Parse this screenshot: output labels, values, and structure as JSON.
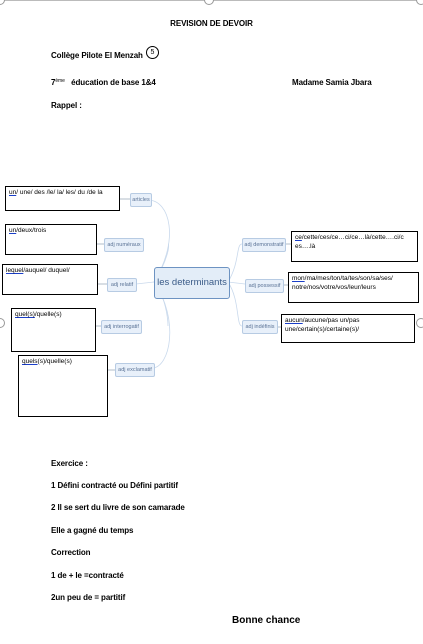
{
  "header": {
    "title": "REVISION DE DEVOIR",
    "school": "Collège Pilote El Menzah",
    "school_badge": "5",
    "grade_number": "7",
    "grade_sup": "ème",
    "grade_text": "éducation de base 1&4",
    "teacher": "Madame Samia Jbara",
    "rappel": "Rappel :"
  },
  "mindmap": {
    "center": "les determinants",
    "left_nodes": [
      "articles",
      "adj numéraux",
      "adj relatif",
      "adj interrogatif",
      "adj exclamatif"
    ],
    "right_nodes": [
      "adj demonstratif",
      "adj possessif",
      "adj indéfinis"
    ],
    "boxes": {
      "articles": {
        "first": "un",
        "rest": "/ une/ des /le/ la/ les/ du /de la"
      },
      "numeraux": {
        "first": "un",
        "rest": "/deux/trois"
      },
      "relatif": {
        "first": "lequel",
        "rest": "/auquel/ duquel/"
      },
      "interrogatif": {
        "first": "quel(s)",
        "rest": "/quelle(s)"
      },
      "exclamatif": {
        "first": "quels",
        "rest": "(s)/quelle(s)"
      },
      "demonstratif": {
        "first": "ce",
        "rest": "/cette/ces/ce…ci/ce…là/cette….ci/c es….là"
      },
      "possessif": {
        "first": "mon",
        "rest": "/ma/mes/ton/ta/tes/son/sa/ses/ notre/nos/votre/vos/leur/leurs"
      },
      "indefinis": {
        "first": "aucun",
        "rest": "/aucune/pas un/pas une/certain(s)/certaine(s)/"
      }
    }
  },
  "exercise": {
    "heading": "Exercice :",
    "lines": [
      "1 Défini contracté ou Défini partitif",
      "2 Il se sert du livre de son camarade",
      "Elle a gagné du temps",
      "Correction",
      "1 de + le =contracté",
      "2un peu de = partitif"
    ]
  },
  "footer": {
    "closing": "Bonne chance"
  }
}
